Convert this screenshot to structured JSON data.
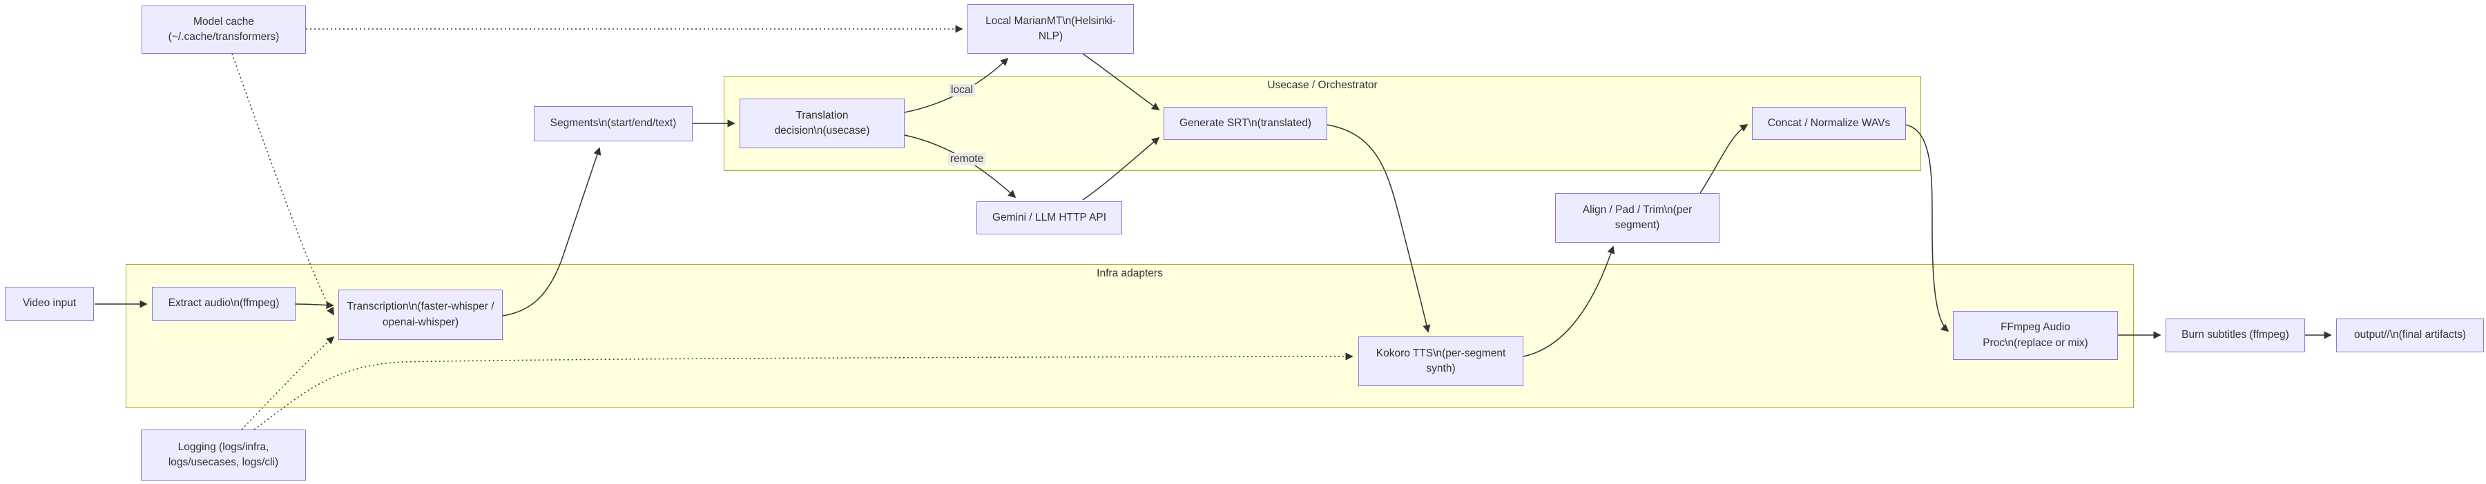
{
  "diagram": {
    "type": "flowchart",
    "colors": {
      "node_fill": "#ECECFF",
      "node_border": "#9370DB",
      "container_fill": "#FFFFDE",
      "container_border": "#AAAA33",
      "edge": "#333333",
      "edge_label_bg": "#e8e8e8",
      "background": "#ffffff"
    }
  },
  "containers": {
    "usecase": {
      "label": "Usecase / Orchestrator"
    },
    "infra": {
      "label": "Infra adapters"
    }
  },
  "nodes": {
    "model_cache": {
      "label": "Model cache (~/.cache/transformers)"
    },
    "marianmt": {
      "label": "Local MarianMT\\n(Helsinki-NLP)"
    },
    "segments": {
      "label": "Segments\\n(start/end/text)"
    },
    "translation": {
      "label": "Translation decision\\n(usecase)"
    },
    "generate_srt": {
      "label": "Generate SRT\\n(translated)"
    },
    "gemini": {
      "label": "Gemini / LLM HTTP API"
    },
    "concat": {
      "label": "Concat / Normalize WAVs"
    },
    "align": {
      "label": "Align / Pad / Trim\\n(per segment)"
    },
    "video_input": {
      "label": "Video input"
    },
    "extract_audio": {
      "label": "Extract audio\\n(ffmpeg)"
    },
    "transcription": {
      "label": "Transcription\\n(faster-whisper / openai-whisper)"
    },
    "kokoro": {
      "label": "Kokoro TTS\\n(per-segment synth)"
    },
    "ffmpeg_proc": {
      "label": "FFmpeg Audio Proc\\n(replace or mix)"
    },
    "burn": {
      "label": "Burn subtitles (ffmpeg)"
    },
    "output": {
      "label": "output//\\n(final artifacts)"
    },
    "logging": {
      "label": "Logging (logs/infra, logs/usecases, logs/cli)"
    }
  },
  "edge_labels": {
    "local": "local",
    "remote": "remote"
  },
  "edges": [
    {
      "from": "video_input",
      "to": "extract_audio",
      "style": "solid"
    },
    {
      "from": "extract_audio",
      "to": "transcription",
      "style": "solid"
    },
    {
      "from": "transcription",
      "to": "segments",
      "style": "solid"
    },
    {
      "from": "segments",
      "to": "translation",
      "style": "solid"
    },
    {
      "from": "translation",
      "to": "marianmt",
      "style": "solid",
      "label": "local"
    },
    {
      "from": "translation",
      "to": "gemini",
      "style": "solid",
      "label": "remote"
    },
    {
      "from": "marianmt",
      "to": "generate_srt",
      "style": "solid"
    },
    {
      "from": "gemini",
      "to": "generate_srt",
      "style": "solid"
    },
    {
      "from": "generate_srt",
      "to": "kokoro",
      "style": "solid"
    },
    {
      "from": "kokoro",
      "to": "align",
      "style": "solid"
    },
    {
      "from": "align",
      "to": "concat",
      "style": "solid"
    },
    {
      "from": "concat",
      "to": "ffmpeg_proc",
      "style": "solid"
    },
    {
      "from": "ffmpeg_proc",
      "to": "burn",
      "style": "solid"
    },
    {
      "from": "burn",
      "to": "output",
      "style": "solid"
    },
    {
      "from": "model_cache",
      "to": "marianmt",
      "style": "dotted"
    },
    {
      "from": "model_cache",
      "to": "transcription",
      "style": "dotted"
    },
    {
      "from": "logging",
      "to": "transcription",
      "style": "dotted"
    },
    {
      "from": "logging",
      "to": "kokoro",
      "style": "dotted"
    }
  ]
}
